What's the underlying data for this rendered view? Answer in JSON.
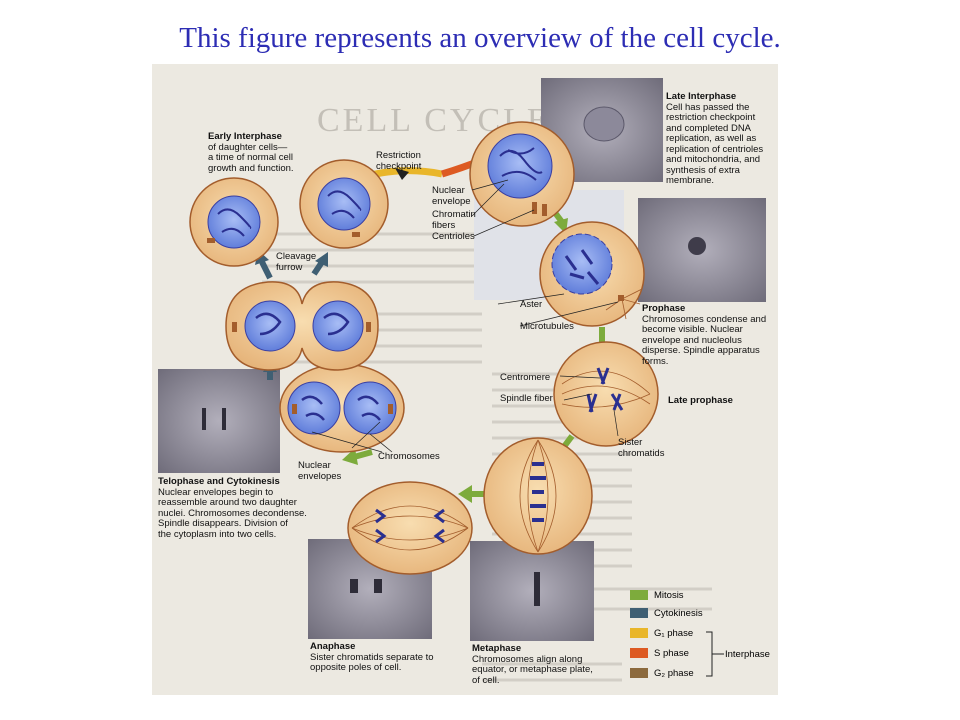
{
  "slide_title": "This figure represents an overview of the cell cycle.",
  "figure_bg_title": "CELL CYCLE",
  "labels": {
    "early_interphase_title": "Early Interphase",
    "early_interphase_desc1": "of daughter cells—",
    "early_interphase_desc2": "a time of normal cell",
    "early_interphase_desc3": "growth and function.",
    "restriction_checkpoint1": "Restriction",
    "restriction_checkpoint2": "checkpoint",
    "nuclear_envelope1": "Nuclear",
    "nuclear_envelope2": "envelope",
    "chromatin_fibers1": "Chromatin",
    "chromatin_fibers2": "fibers",
    "centrioles": "Centrioles",
    "late_interphase_title": "Late Interphase",
    "late_interphase_desc1": "Cell has passed the",
    "late_interphase_desc2": "restriction checkpoint",
    "late_interphase_desc3": "and completed DNA",
    "late_interphase_desc4": "replication, as well as",
    "late_interphase_desc5": "replication of centrioles",
    "late_interphase_desc6": "and mitochondria, and",
    "late_interphase_desc7": "synthesis of extra",
    "late_interphase_desc8": "membrane.",
    "cleavage_furrow1": "Cleavage",
    "cleavage_furrow2": "furrow",
    "aster": "Aster",
    "microtubules": "Microtubules",
    "prophase_title": "Prophase",
    "prophase_desc1": "Chromosomes condense and",
    "prophase_desc2": "become visible. Nuclear",
    "prophase_desc3": "envelope and nucleolus",
    "prophase_desc4": "disperse. Spindle apparatus",
    "prophase_desc5": "forms.",
    "centromere": "Centromere",
    "spindle_fiber": "Spindle fiber",
    "late_prophase_title": "Late prophase",
    "sister_chromatids1": "Sister",
    "sister_chromatids2": "chromatids",
    "chromosomes": "Chromosomes",
    "nuclear_envelopes1": "Nuclear",
    "nuclear_envelopes2": "envelopes",
    "telophase_title": "Telophase and Cytokinesis",
    "telophase_desc1": "Nuclear envelopes begin to",
    "telophase_desc2": "reassemble around two daughter",
    "telophase_desc3": "nuclei. Chromosomes decondense.",
    "telophase_desc4": "Spindle disappears. Division of",
    "telophase_desc5": "the cytoplasm into two cells.",
    "anaphase_title": "Anaphase",
    "anaphase_desc1": "Sister chromatids separate to",
    "anaphase_desc2": "opposite poles of cell.",
    "metaphase_title": "Metaphase",
    "metaphase_desc1": "Chromosomes align along",
    "metaphase_desc2": "equator, or metaphase plate,",
    "metaphase_desc3": "of cell."
  },
  "legend": {
    "items": [
      {
        "label": "Mitosis",
        "color": "#7dab3c"
      },
      {
        "label": "Cytokinesis",
        "color": "#3f5f73"
      },
      {
        "label": "G₁ phase",
        "color": "#e9b62a"
      },
      {
        "label": "S phase",
        "color": "#dd5a22"
      },
      {
        "label": "G₂ phase",
        "color": "#8c6a3d"
      }
    ],
    "interphase_label": "Interphase"
  },
  "colors": {
    "cell_fill": "#f0c890",
    "cell_stroke": "#a35d2c",
    "nucleus_fill": "#6f8de6",
    "chromosome": "#3a3fa2",
    "mitosis_arrow": "#7dab3c",
    "cytokinesis_arrow": "#3f5f73",
    "photo_bg": "#8a8794"
  }
}
